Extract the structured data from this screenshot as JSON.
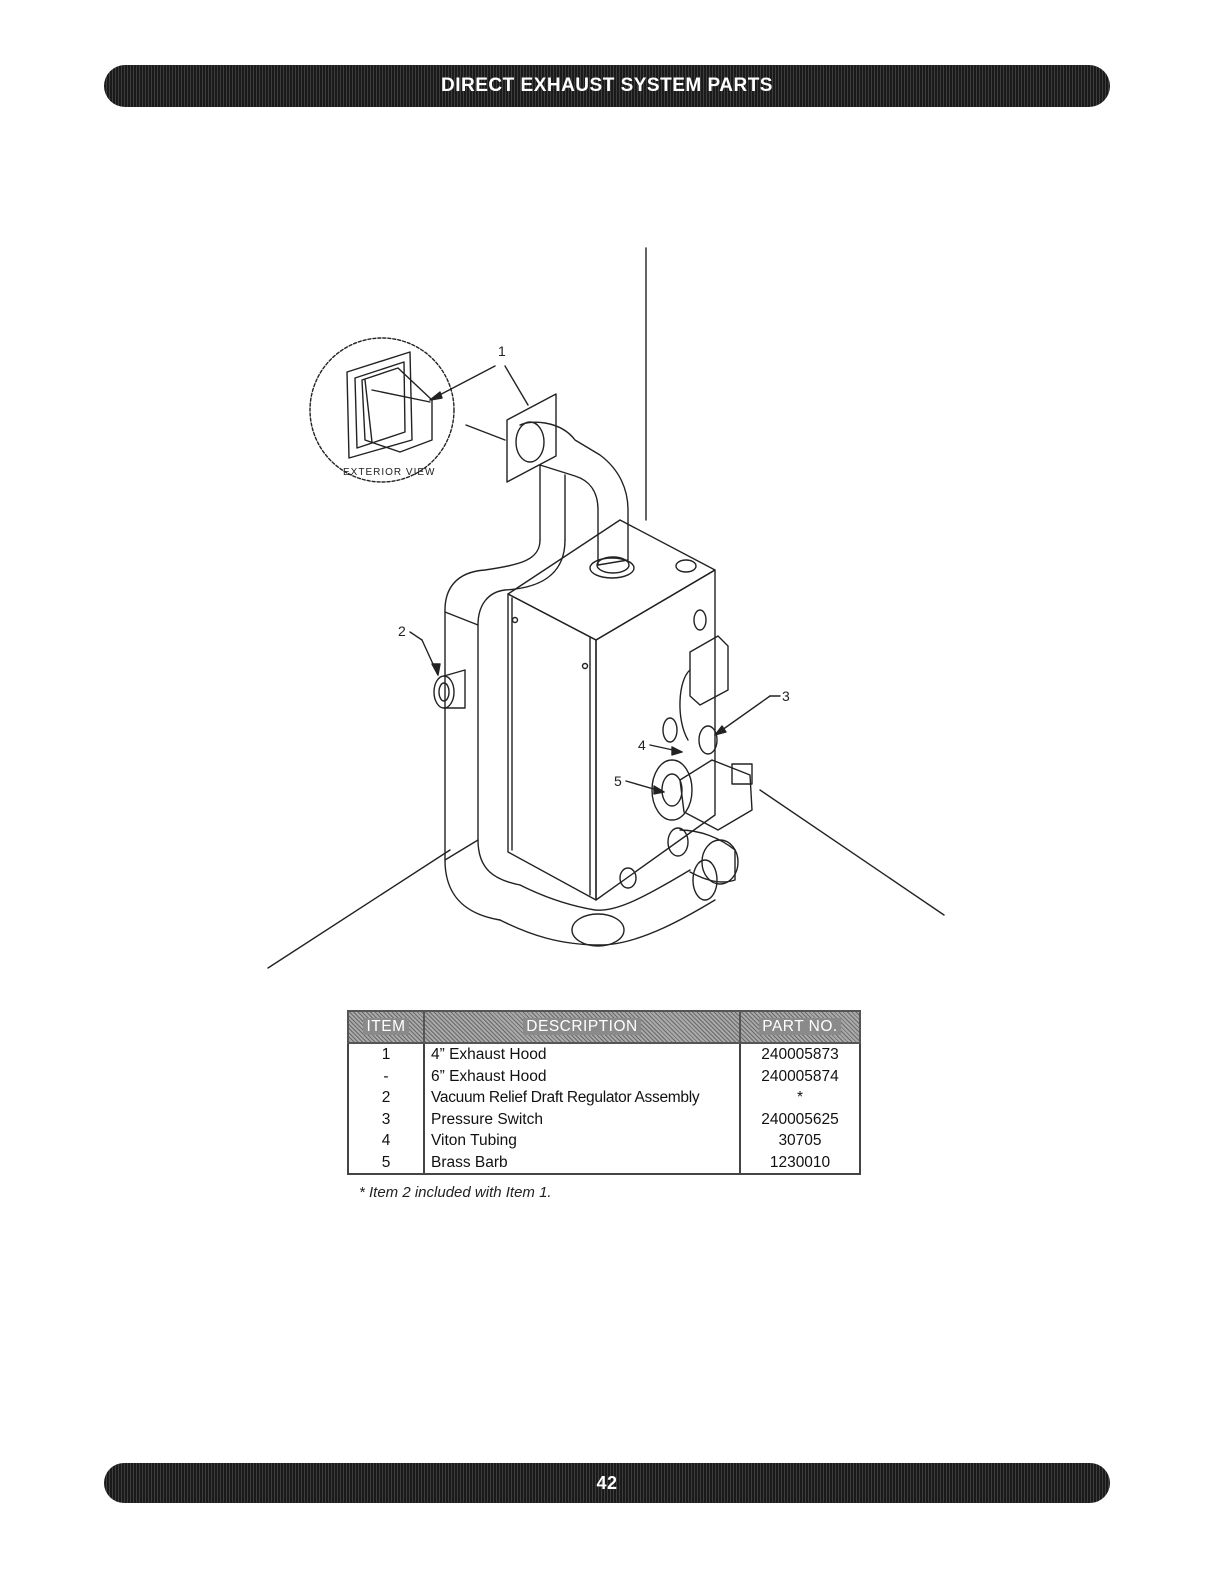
{
  "header": {
    "title": "DIRECT EXHAUST SYSTEM PARTS"
  },
  "diagram": {
    "callouts": [
      "1",
      "2",
      "3",
      "4",
      "5"
    ],
    "exterior_label": "EXTERIOR VIEW"
  },
  "parts_table": {
    "headers": {
      "item": "ITEM",
      "description": "DESCRIPTION",
      "part_no": "PART NO."
    },
    "rows": [
      {
        "item": "1",
        "description": "4” Exhaust Hood",
        "part_no": "240005873"
      },
      {
        "item": "-",
        "description": "6” Exhaust Hood",
        "part_no": "240005874"
      },
      {
        "item": "2",
        "description": "Vacuum Relief Draft Regulator Assembly",
        "part_no": "*"
      },
      {
        "item": "3",
        "description": "Pressure Switch",
        "part_no": "240005625"
      },
      {
        "item": "4",
        "description": "Viton Tubing",
        "part_no": "30705"
      },
      {
        "item": "5",
        "description": "Brass Barb",
        "part_no": "1230010"
      }
    ],
    "note": "* Item 2 included with Item 1."
  },
  "footer": {
    "page_number": "42"
  }
}
